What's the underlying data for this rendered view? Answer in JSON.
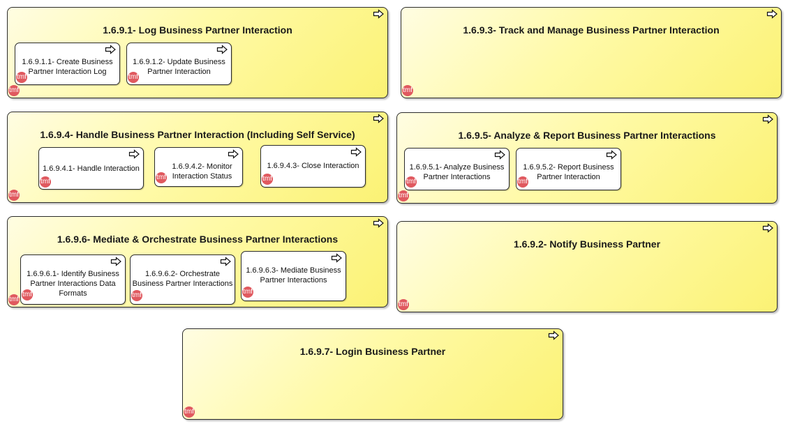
{
  "groups": [
    {
      "title": "1.6.9.1- Log Business Partner Interaction",
      "badge": "tmf",
      "children": [
        {
          "label": "1.6.9.1.1- Create Business Partner Interaction Log",
          "badge": "tmf"
        },
        {
          "label": "1.6.9.1.2- Update Business Partner Interaction",
          "badge": "tmf"
        }
      ]
    },
    {
      "title": "1.6.9.3- Track and Manage Business Partner Interaction",
      "badge": "tmf",
      "children": []
    },
    {
      "title": "1.6.9.4- Handle Business Partner Interaction (Including Self Service)",
      "badge": "tmf",
      "children": [
        {
          "label": "1.6.9.4.1- Handle Interaction",
          "badge": "tmf"
        },
        {
          "label": "1.6.9.4.2- Monitor Interaction Status",
          "badge": "tmf"
        },
        {
          "label": "1.6.9.4.3- Close Interaction",
          "badge": "tmf"
        }
      ]
    },
    {
      "title": "1.6.9.5- Analyze & Report Business Partner Interactions",
      "badge": "tmf",
      "children": [
        {
          "label": "1.6.9.5.1- Analyze Business Partner Interactions",
          "badge": "tmf"
        },
        {
          "label": "1.6.9.5.2- Report Business Partner Interaction",
          "badge": "tmf"
        }
      ]
    },
    {
      "title": "1.6.9.6- Mediate & Orchestrate Business Partner Interactions",
      "badge": "tmf",
      "children": [
        {
          "label": "1.6.9.6.1- Identify Business Partner Interactions Data Formats",
          "badge": "tmf"
        },
        {
          "label": "1.6.9.6.2- Orchestrate Business Partner Interactions",
          "badge": "tmf"
        },
        {
          "label": "1.6.9.6.3- Mediate Business Partner Interactions",
          "badge": "tmf"
        }
      ]
    },
    {
      "title": "1.6.9.2- Notify Business Partner",
      "badge": "tmf",
      "children": []
    },
    {
      "title": "1.6.9.7- Login Business Partner",
      "badge": "tmf",
      "children": []
    }
  ]
}
